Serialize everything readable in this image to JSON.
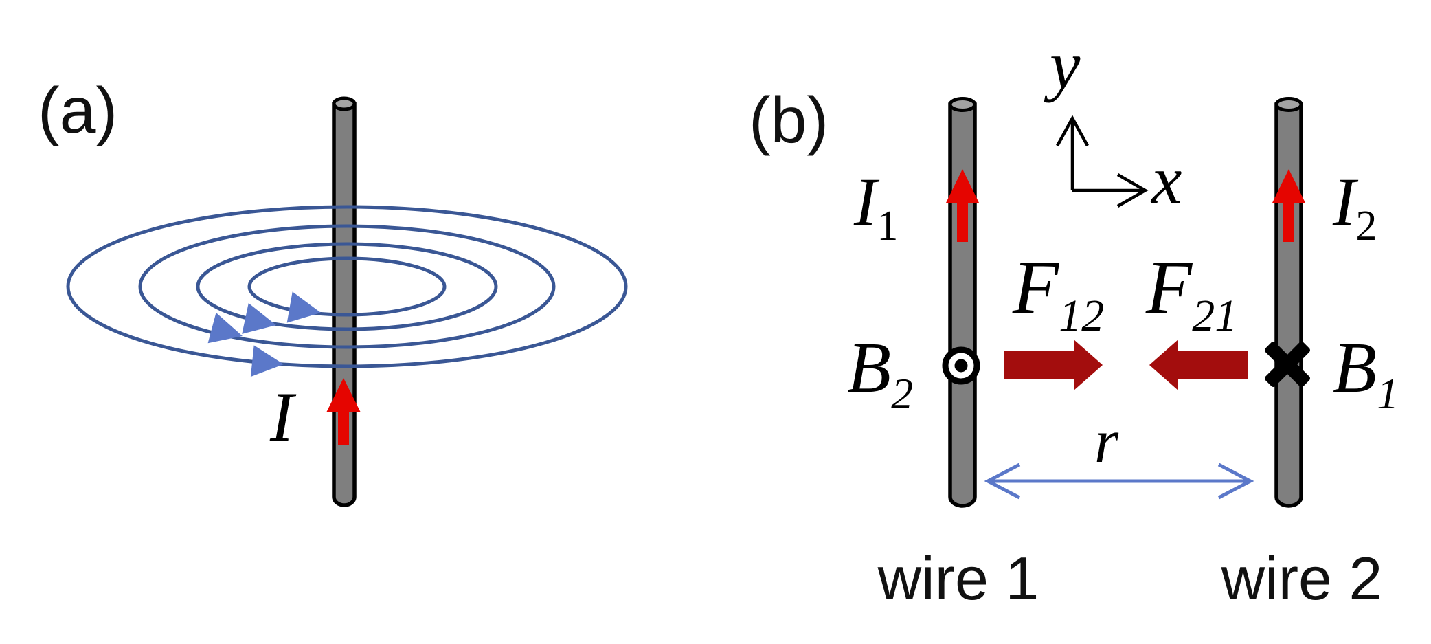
{
  "figure": {
    "panel_a": {
      "label": "(a)",
      "current_label": "I"
    },
    "panel_b": {
      "label": "(b)",
      "axes": {
        "x_label": "x",
        "y_label": "y"
      },
      "current_1": {
        "base": "I",
        "sub": "1"
      },
      "current_2": {
        "base": "I",
        "sub": "2"
      },
      "force_12": {
        "base": "F",
        "sub": "12"
      },
      "force_21": {
        "base": "F",
        "sub": "21"
      },
      "field_b2": {
        "base": "B",
        "sub": "2"
      },
      "field_b1": {
        "base": "B",
        "sub": "1"
      },
      "separation_label": "r",
      "wire1_label": "wire 1",
      "wire2_label": "wire 2"
    },
    "colors": {
      "field_line_blue": "#3A5795",
      "field_arrowhead_blue": "#5B78C9",
      "separation_arrow_blue": "#5B78C9",
      "current_red": "#E50500",
      "force_dark_red": "#A30D0D",
      "wire_gray": "#7F7F7F",
      "wire_cap_gray": "#A3A3A3",
      "outline_black": "#000000"
    }
  }
}
